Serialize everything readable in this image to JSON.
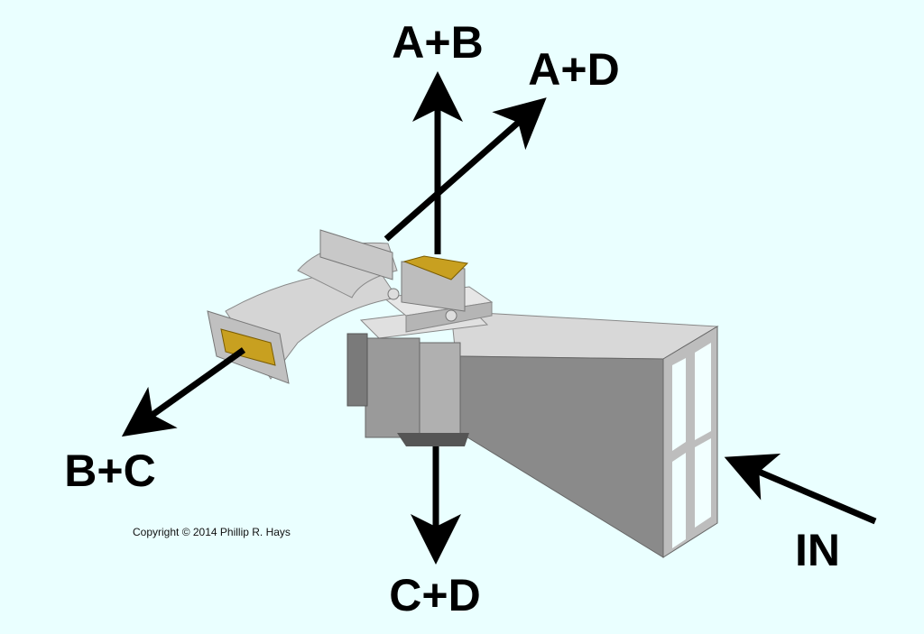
{
  "labels": {
    "a_plus_b": "A+B",
    "a_plus_d": "A+D",
    "b_plus_c": "B+C",
    "c_plus_d": "C+D",
    "in": "IN"
  },
  "copyright": "Copyright © 2014 Phillip R. Hays",
  "colors": {
    "background": "#eaffff",
    "metal": "#a9a9a9",
    "port": "#c8a020",
    "arrow": "#000000"
  }
}
